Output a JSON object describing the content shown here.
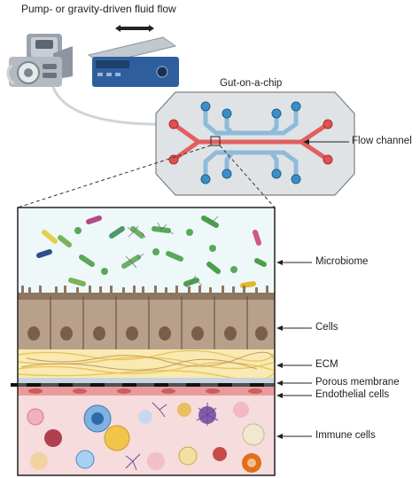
{
  "figure": {
    "pump_label": "Pump- or gravity-driven fluid flow",
    "chip_label": "Gut-on-a-chip",
    "flow_channel_label": "Flow channel",
    "layers": [
      {
        "id": "microbiome",
        "label": "Microbiome"
      },
      {
        "id": "cells",
        "label": "Cells"
      },
      {
        "id": "ecm",
        "label": "ECM"
      },
      {
        "id": "porous-membrane",
        "label": "Porous membrane"
      },
      {
        "id": "endothelial-cells",
        "label": "Endothelial cells"
      },
      {
        "id": "immune-cells",
        "label": "Immune cells"
      }
    ],
    "colors": {
      "channel_red": "#e05a5a",
      "channel_blue": "#7fb2d6",
      "port_blue": "#3a8fc8",
      "chip_body": "#dfe3e6",
      "microbiome_bg": "#eef8f9",
      "epithelial": "#b8a08a",
      "ecm_yellow": "#f7dd86",
      "membrane": "#4a4f5a",
      "endothelial": "#e99a9a",
      "immune_bg": "#f6dcdc"
    }
  }
}
